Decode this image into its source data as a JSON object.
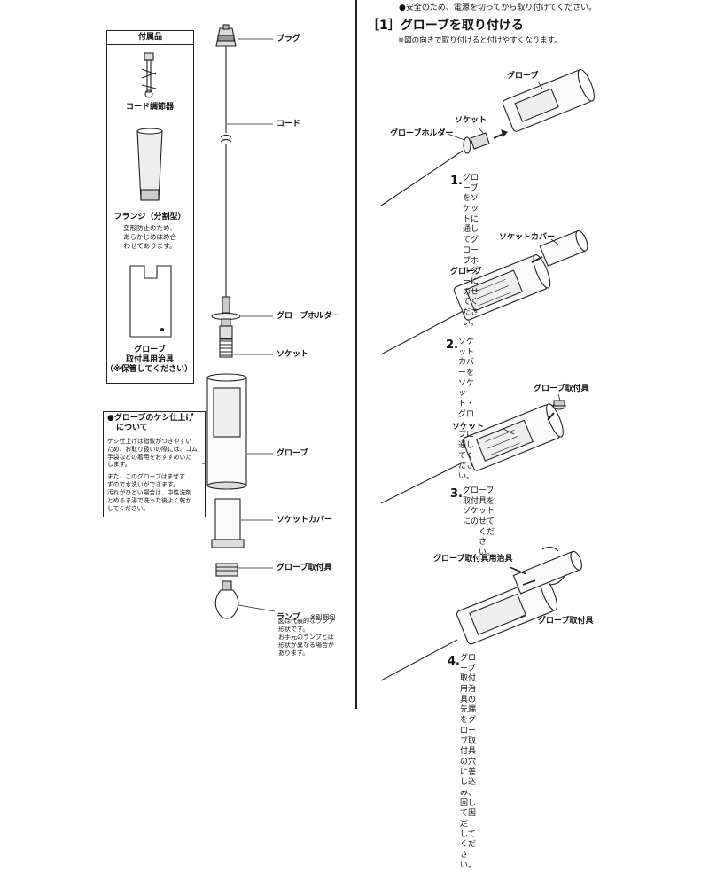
{
  "top_notice": "●安全のため、電源を切ってから取り付けてください。",
  "accessories": {
    "title": "付属品",
    "cord_adjuster": "コード調節器",
    "flange_title": "フランジ（分割型）",
    "flange_note": [
      "変形防止のため、",
      "あらかじめはめ合",
      "わせてあります。"
    ],
    "jig_title": [
      "グローブ",
      "取付具用治具"
    ],
    "jig_note": "（※保管してください）"
  },
  "finish_note": {
    "title": [
      "●グローブのケシ仕上げ",
      "について"
    ],
    "lines": [
      "ケシ仕上げは指紋がつきやすい",
      "ため、お取り扱いの際には、ゴム",
      "手袋などの着用をおすすめいた",
      "します。",
      "",
      "また、このグローブはまぜす",
      "ずので水洗いができます。",
      "汚れがひどい場合は、中性洗剤",
      "とぬるま湯で洗った後よく乾か",
      "してください。"
    ]
  },
  "parts": {
    "plug": "プラグ",
    "cord": "コード",
    "globe_holder": "グローブホルダー",
    "socket": "ソケット",
    "globe": "グローブ",
    "socket_cover": "ソケットカバー",
    "globe_fixture": "グローブ取付具",
    "lamp": "ランプ",
    "lamp_sep": "※別梱包",
    "lamp_note": [
      "図は代表的なランプ",
      "形状です。",
      "お手元のランプとは",
      "形状が異なる場合が",
      "あります。"
    ]
  },
  "section": {
    "heading": "［1］グローブを取り付ける",
    "subnote": "※図の向きで取り付けると付けやすくなります。"
  },
  "steps": [
    {
      "num": "1.",
      "text": [
        "グローブをソケットに通してグロー",
        "ブホルダーにのせてください。"
      ],
      "labels": {
        "globe": "グローブ",
        "socket": "ソケット",
        "holder": "グローブホルダー"
      }
    },
    {
      "num": "2.",
      "text": [
        "ソケットカバーをソケット・グロー",
        "ブに通してください。"
      ],
      "labels": {
        "cover": "ソケットカバー",
        "globe": "グローブ"
      }
    },
    {
      "num": "3.",
      "text": [
        "グローブ取付具をソケットにのせて",
        "ください。"
      ],
      "labels": {
        "fixture": "グローブ取付具",
        "socket": "ソケット"
      }
    },
    {
      "num": "4.",
      "text": [
        "グローブ取付用治具の先端をグロー",
        "ブ取付具の穴に差し込み、回して固",
        "定してください。"
      ],
      "labels": {
        "jig": "グローブ取付具用治具",
        "fixture": "グローブ取付具"
      }
    }
  ]
}
